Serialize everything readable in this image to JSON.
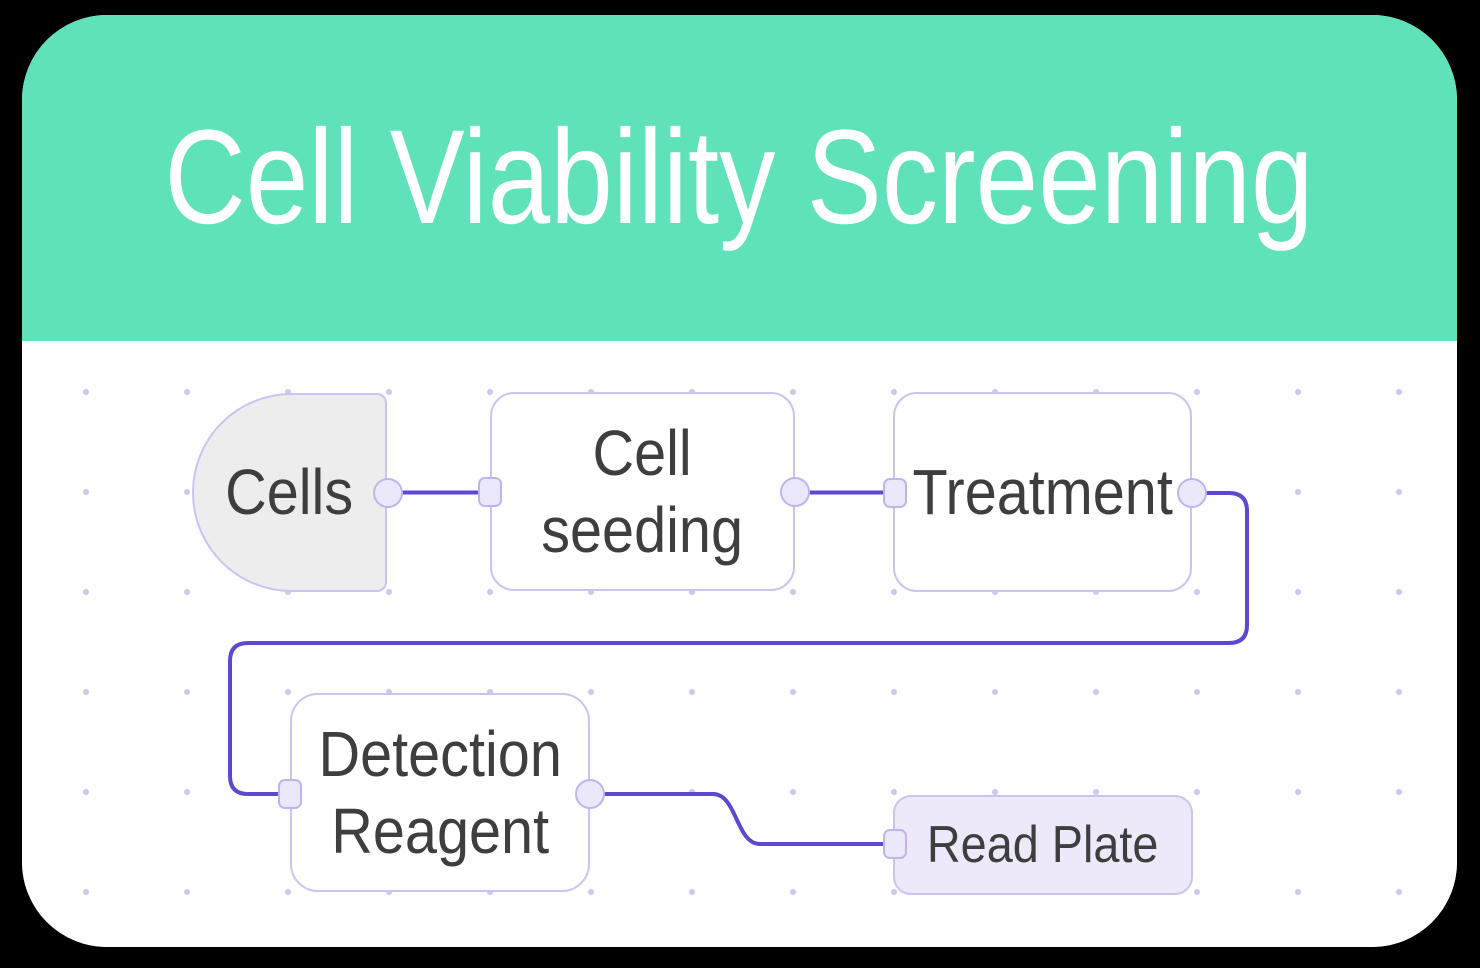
{
  "header": {
    "title": "Cell Viability Screening"
  },
  "flow": {
    "nodes": [
      {
        "id": "cells",
        "label": "Cells",
        "lines": [
          "Cells"
        ],
        "shape": "rounded-left-d-shape",
        "fill": "#EDEDED"
      },
      {
        "id": "cell-seeding",
        "label": "Cell seeding",
        "lines": [
          "Cell",
          "seeding"
        ],
        "shape": "rounded-rect",
        "fill": "#FFFFFF"
      },
      {
        "id": "treatment",
        "label": "Treatment",
        "lines": [
          "Treatment"
        ],
        "shape": "rounded-rect",
        "fill": "#FFFFFF"
      },
      {
        "id": "detection-reagent",
        "label": "Detection Reagent",
        "lines": [
          "Detection",
          "Reagent"
        ],
        "shape": "rounded-rect",
        "fill": "#FFFFFF"
      },
      {
        "id": "read-plate",
        "label": "Read Plate",
        "lines": [
          "Read Plate"
        ],
        "shape": "rounded-rect",
        "fill": "#EDE9FB"
      }
    ],
    "edges": [
      {
        "from": "cells",
        "to": "cell-seeding"
      },
      {
        "from": "cell-seeding",
        "to": "treatment"
      },
      {
        "from": "treatment",
        "to": "detection-reagent"
      },
      {
        "from": "detection-reagent",
        "to": "read-plate"
      }
    ]
  },
  "colors": {
    "header_bg": "#5FE2B9",
    "title_color": "#FFFFFF",
    "canvas_bg": "#FEFEFE",
    "dot_color": "#CFC6EC",
    "node_border": "#CDC3F2",
    "node_fill": "#FFFFFF",
    "cells_fill": "#EDEDED",
    "readplate_fill": "#EDE9FB",
    "label_color": "#3E3E3E",
    "edge_color": "#5B49D2",
    "handle_fill": "#ECE8FB",
    "handle_border": "#C2B3F0",
    "page_bg": "#000000"
  }
}
